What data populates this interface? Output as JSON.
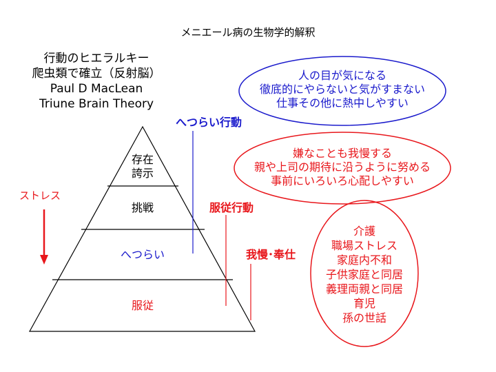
{
  "title": "メニエール病の生物学的解釈",
  "theory_lines": [
    "行動のヒエラルキー",
    "爬虫類で確立（反射脳）",
    "Paul D MacLean",
    "Triune Brain Theory"
  ],
  "pyramid": {
    "level1_lines": [
      "存在",
      "誇示"
    ],
    "level2": "挑戦",
    "level3": "へつらい",
    "level4": "服従"
  },
  "stress_label": "ストレス",
  "behavior_labels": {
    "hetsurai": "へつらい行動",
    "fukuju": "服従行動",
    "gaman": "我慢･奉仕"
  },
  "blue_ellipse_lines": [
    "人の目が気になる",
    "徹底的にやらないと気がすまない",
    "仕事その他に熱中しやすい"
  ],
  "red_ellipse_lines": [
    "嫌なことも我慢する",
    "親や上司の期待に沿うように努める",
    "事前にいろいろ心配しやすい"
  ],
  "stress_ellipse_lines": [
    "介護",
    "職場ストレス",
    "家庭内不和",
    "子供家庭と同居",
    "義理両親と同居",
    "育児",
    "孫の世話"
  ],
  "colors": {
    "blue": "#1a1acc",
    "red": "#e8161b",
    "black": "#000000"
  }
}
